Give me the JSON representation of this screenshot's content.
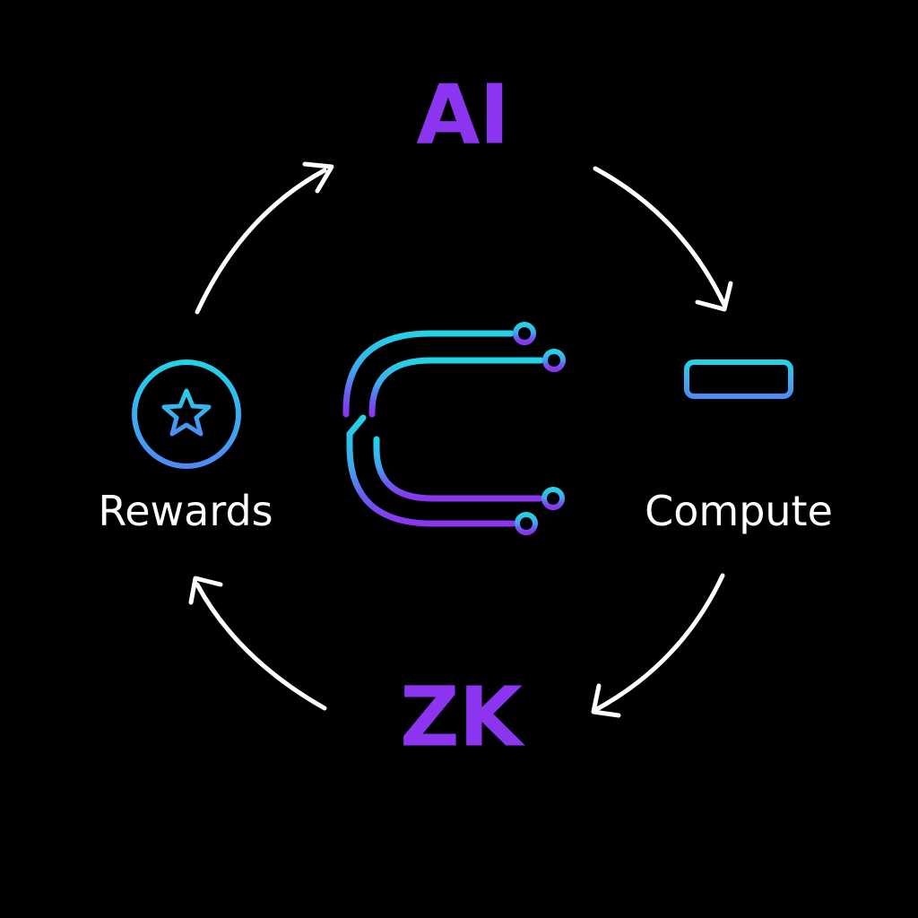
{
  "nodes": {
    "top": {
      "label": "AI"
    },
    "right": {
      "label": "Compute",
      "icon": "server-monitor-icon"
    },
    "bottom": {
      "label": "ZK"
    },
    "left": {
      "label": "Rewards",
      "icon": "star-badge-icon"
    }
  },
  "center": {
    "icon": "circuit-c-logo-icon"
  },
  "cycle_direction": "clockwise",
  "colors": {
    "background": "#000000",
    "accent_purple": "#8b35f0",
    "accent_cyan": "#22d3e6",
    "accent_blue": "#4d8cf5",
    "arrow": "#ffffff",
    "text": "#ffffff"
  }
}
